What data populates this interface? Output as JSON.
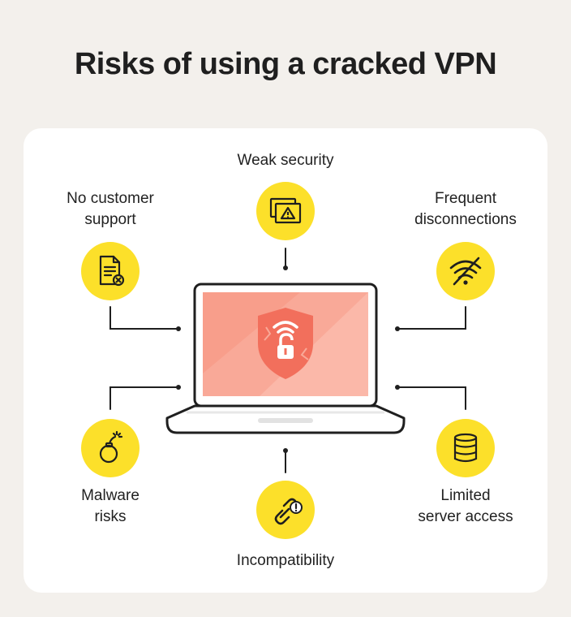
{
  "title": "Risks of using a cracked VPN",
  "risks": {
    "weak_security": {
      "label": "Weak security",
      "icon": "warning-window-icon"
    },
    "no_support": {
      "line1": "No customer",
      "line2": "support",
      "icon": "document-error-icon"
    },
    "disconnections": {
      "line1": "Frequent",
      "line2": "disconnections",
      "icon": "wifi-off-icon"
    },
    "malware": {
      "line1": "Malware",
      "line2": "risks",
      "icon": "bomb-icon"
    },
    "incompatibility": {
      "label": "Incompatibility",
      "icon": "broken-link-icon"
    },
    "limited_server": {
      "line1": "Limited",
      "line2": "server access",
      "icon": "database-icon"
    }
  },
  "center": {
    "icon": "laptop-broken-vpn-shield-icon"
  },
  "colors": {
    "accent_yellow": "#fce02a",
    "shield_red": "#f26f5c",
    "screen_pink": "#f7a493",
    "line": "#1f1f1f"
  }
}
